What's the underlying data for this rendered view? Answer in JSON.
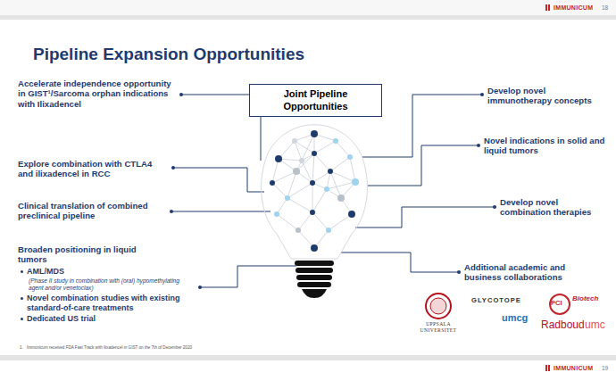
{
  "diagram": {
    "title": "Pipeline Expansion Opportunities",
    "nodes": [
      {
        "text": [
          "Joint Pipeline Opportunities"
        ]
      }
    ],
    "labels": [
      "IMMUNICUM",
      "18",
      "Accelerate independence opportunity in GIST¹/Sarcoma orphan indications with Ilixadencel",
      "Explore combination with CTLA4 and ilixadencel in RCC",
      "Clinical translation of combined preclinical pipeline",
      "Broaden positioning in liquid tumors",
      "AML/MDS",
      "(Phase II study in combination with (oral) hypomethylating agent and/or venetoclax)",
      "Novel combination studies with existing standard-of-care treatments",
      "Dedicated US trial",
      "Develop novel immunotherapy concepts",
      "Novel indications in solid and liquid tumors",
      "Develop novel combination therapies",
      "Additional academic and business collaborations",
      "UPPSALA UNIVERSITET",
      "GLYCOTOPE",
      "umcg",
      "PCI",
      "Biotech",
      "Radboud",
      "umc",
      "1.",
      "Immunicum received FDA Fast Track with ilixadencel in GIST on the 7th of December 2020",
      "IMMUNICUM",
      "19"
    ]
  }
}
